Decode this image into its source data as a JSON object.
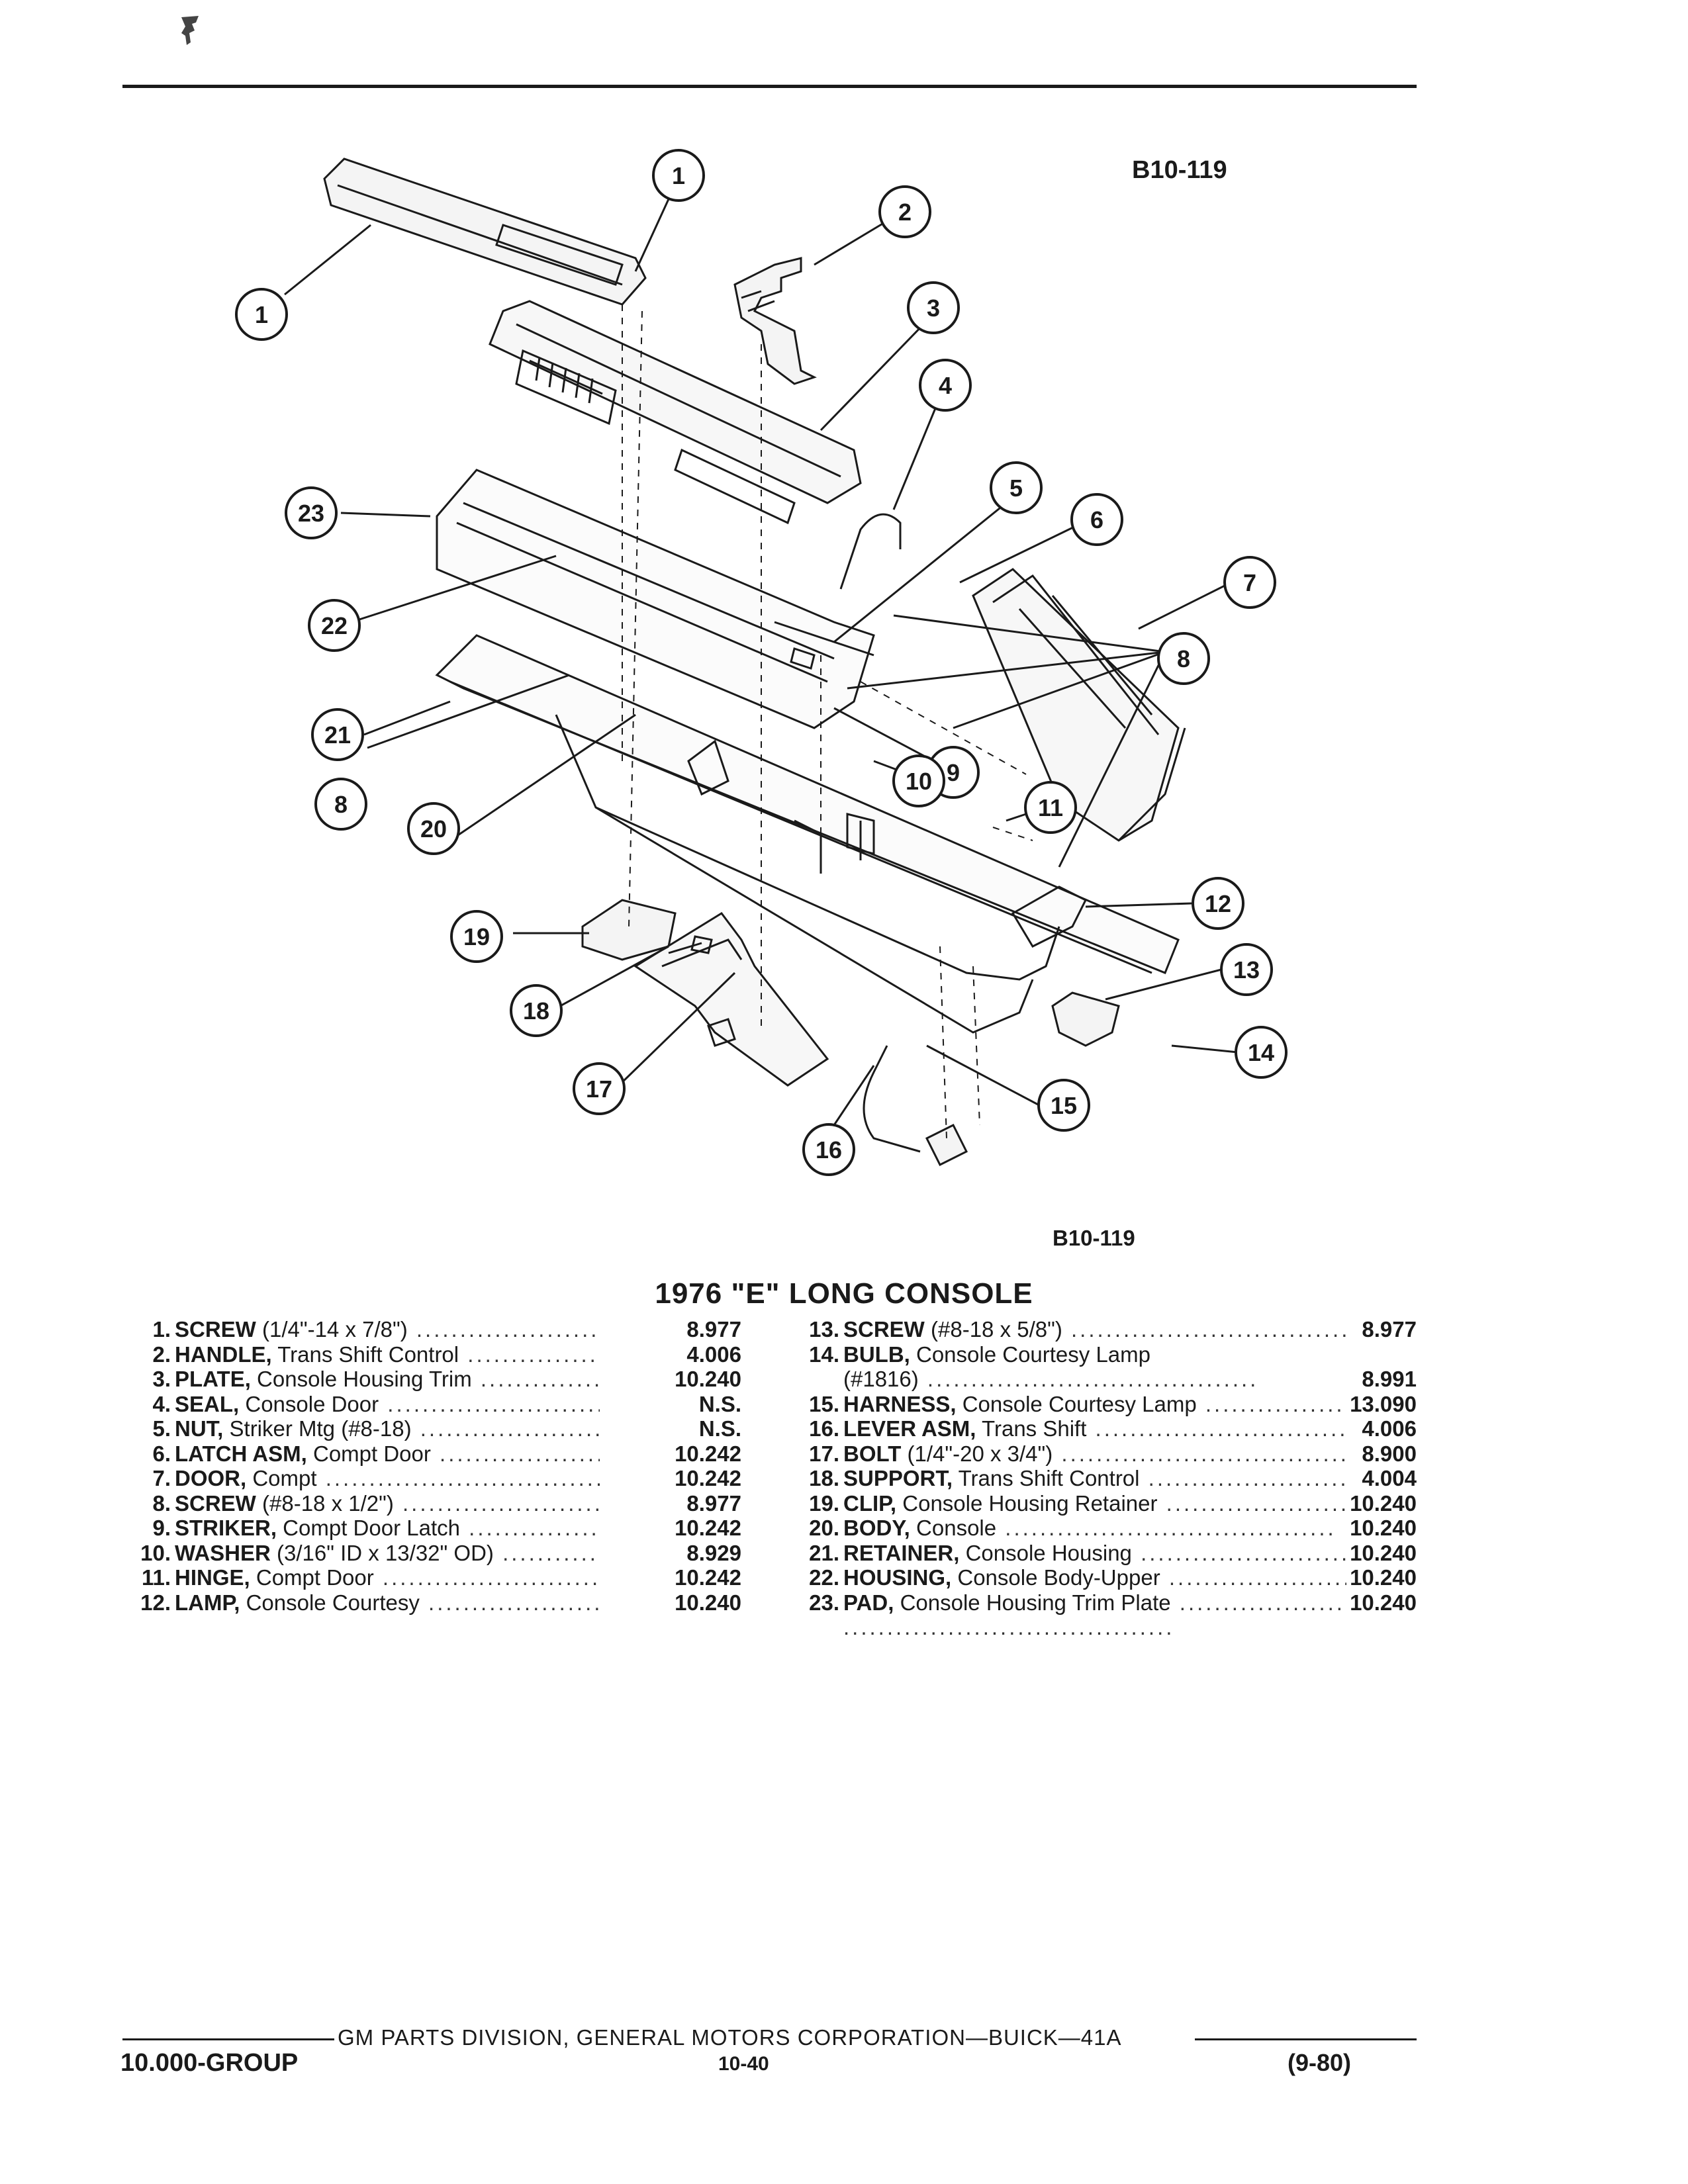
{
  "figure": {
    "id_top": "B10-119",
    "id_bottom": "B10-119"
  },
  "title": "1976 \"E\" LONG CONSOLE",
  "callouts": [
    "1",
    "2",
    "3",
    "4",
    "5",
    "6",
    "7",
    "8",
    "9",
    "10",
    "11",
    "12",
    "13",
    "14",
    "15",
    "16",
    "17",
    "18",
    "19",
    "20",
    "21",
    "22",
    "23",
    "1",
    "8"
  ],
  "parts_left": [
    {
      "num": "1.",
      "name": "SCREW",
      "desc": " (1/4\"-14 x 7/8\")",
      "group": "8.977"
    },
    {
      "num": "2.",
      "name": "HANDLE,",
      "desc": " Trans Shift Control",
      "group": "4.006"
    },
    {
      "num": "3.",
      "name": "PLATE,",
      "desc": " Console Housing Trim",
      "group": "10.240"
    },
    {
      "num": "4.",
      "name": "SEAL,",
      "desc": " Console Door",
      "group": "N.S."
    },
    {
      "num": "5.",
      "name": "NUT,",
      "desc": " Striker Mtg (#8-18)",
      "group": "N.S."
    },
    {
      "num": "6.",
      "name": "LATCH ASM,",
      "desc": " Compt Door",
      "group": "10.242"
    },
    {
      "num": "7.",
      "name": "DOOR,",
      "desc": " Compt",
      "group": "10.242"
    },
    {
      "num": "8.",
      "name": "SCREW",
      "desc": " (#8-18 x 1/2\")",
      "group": "8.977"
    },
    {
      "num": "9.",
      "name": "STRIKER,",
      "desc": " Compt Door Latch",
      "group": "10.242"
    },
    {
      "num": "10.",
      "name": "WASHER",
      "desc": " (3/16\" ID x 13/32\" OD)",
      "group": "8.929"
    },
    {
      "num": "11.",
      "name": "HINGE,",
      "desc": " Compt Door",
      "group": "10.242"
    },
    {
      "num": "12.",
      "name": "LAMP,",
      "desc": " Console Courtesy",
      "group": "10.240"
    }
  ],
  "parts_right": [
    {
      "num": "13.",
      "name": "SCREW",
      "desc": " (#8-18 x 5/8\")",
      "group": "8.977"
    },
    {
      "num": "14.",
      "name": "BULB,",
      "desc": " Console Courtesy Lamp",
      "group": ""
    },
    {
      "num": "",
      "name": "",
      "desc": "(#1816)",
      "group": "8.991"
    },
    {
      "num": "15.",
      "name": "HARNESS,",
      "desc": " Console Courtesy Lamp",
      "group": "13.090"
    },
    {
      "num": "16.",
      "name": "LEVER ASM,",
      "desc": " Trans Shift",
      "group": "4.006"
    },
    {
      "num": "17.",
      "name": "BOLT",
      "desc": " (1/4\"-20 x 3/4\")",
      "group": "8.900"
    },
    {
      "num": "18.",
      "name": "SUPPORT,",
      "desc": " Trans Shift Control",
      "group": "4.004"
    },
    {
      "num": "19.",
      "name": "CLIP,",
      "desc": " Console Housing Retainer",
      "group": "10.240"
    },
    {
      "num": "20.",
      "name": "BODY,",
      "desc": " Console",
      "group": "10.240"
    },
    {
      "num": "21.",
      "name": "RETAINER,",
      "desc": " Console Housing",
      "group": "10.240"
    },
    {
      "num": "22.",
      "name": "HOUSING,",
      "desc": " Console Body-Upper",
      "group": "10.240"
    },
    {
      "num": "23.",
      "name": "PAD,",
      "desc": " Console Housing Trim Plate",
      "group": "10.240"
    }
  ],
  "footer": {
    "company": "GM PARTS DIVISION, GENERAL MOTORS CORPORATION—BUICK—41A",
    "group": "10.000-GROUP",
    "page": "10-40",
    "date": "(9-80)"
  }
}
